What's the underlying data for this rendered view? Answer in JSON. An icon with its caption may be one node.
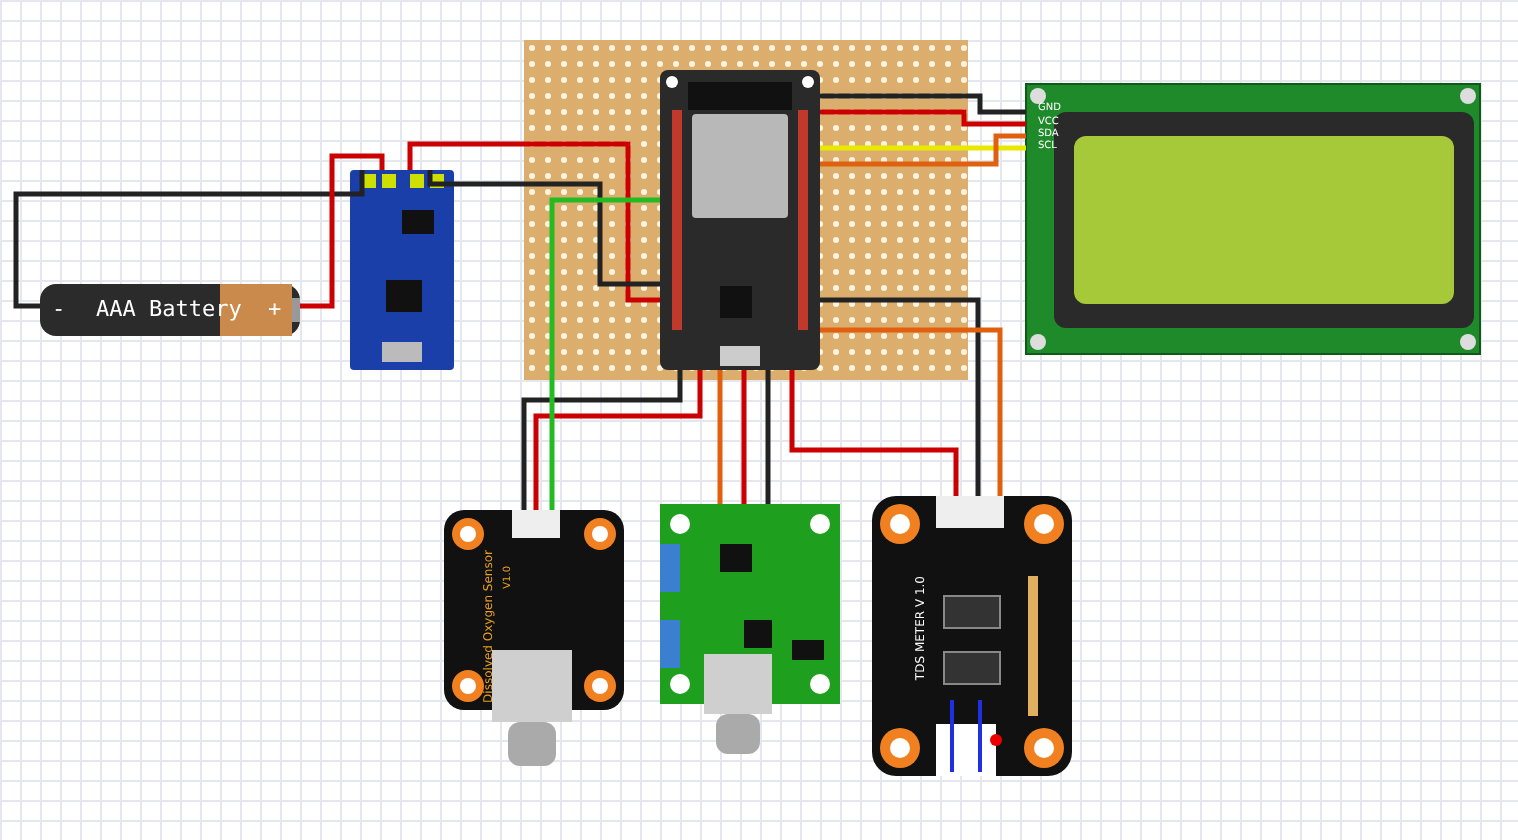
{
  "diagram": {
    "nodes": [
      {
        "text": [
          "-",
          "AAA Battery",
          "+"
        ]
      },
      {
        "text": [],
        "shape": "picture"
      },
      {
        "text": [],
        "shape": "picture"
      },
      {
        "text": [],
        "shape": "picture",
        "in": 2
      },
      {
        "text": [
          "GND",
          "VCC",
          "SDA",
          "SCL"
        ]
      },
      {
        "text": [
          "Dissolved Oxygen Sensor",
          "V1.0"
        ]
      },
      {
        "text": [],
        "shape": "picture"
      },
      {
        "text": [
          "TDS METER V 1.0"
        ]
      }
    ],
    "edges": [
      {
        "from": 0,
        "to": 1,
        "arrow": "none",
        "color": "#222222"
      },
      {
        "from": 0,
        "to": 1,
        "arrow": "none",
        "color": "#cc0000"
      },
      {
        "from": 1,
        "to": 3,
        "arrow": "none",
        "color": "#cc0000"
      },
      {
        "from": 1,
        "to": 3,
        "arrow": "none",
        "color": "#222222"
      },
      {
        "from": 3,
        "to": 4,
        "arrow": "none",
        "color": "#222222"
      },
      {
        "from": 3,
        "to": 4,
        "arrow": "none",
        "color": "#cc0000"
      },
      {
        "from": 3,
        "to": 4,
        "arrow": "none",
        "color": "#e8e800"
      },
      {
        "from": 3,
        "to": 4,
        "arrow": "none",
        "color": "#e06010"
      },
      {
        "from": 3,
        "to": 5,
        "arrow": "none",
        "color": "#222222"
      },
      {
        "from": 3,
        "to": 5,
        "arrow": "none",
        "color": "#cc0000"
      },
      {
        "from": 3,
        "to": 5,
        "arrow": "none",
        "color": "#22bb22"
      },
      {
        "from": 3,
        "to": 6,
        "arrow": "none",
        "color": "#e06010"
      },
      {
        "from": 3,
        "to": 6,
        "arrow": "none",
        "color": "#cc0000"
      },
      {
        "from": 3,
        "to": 6,
        "arrow": "none",
        "color": "#222222"
      },
      {
        "from": 3,
        "to": 7,
        "arrow": "none",
        "color": "#cc0000"
      },
      {
        "from": 3,
        "to": 7,
        "arrow": "none",
        "color": "#222222"
      },
      {
        "from": 3,
        "to": 7,
        "arrow": "none",
        "color": "#e06010"
      }
    ]
  }
}
